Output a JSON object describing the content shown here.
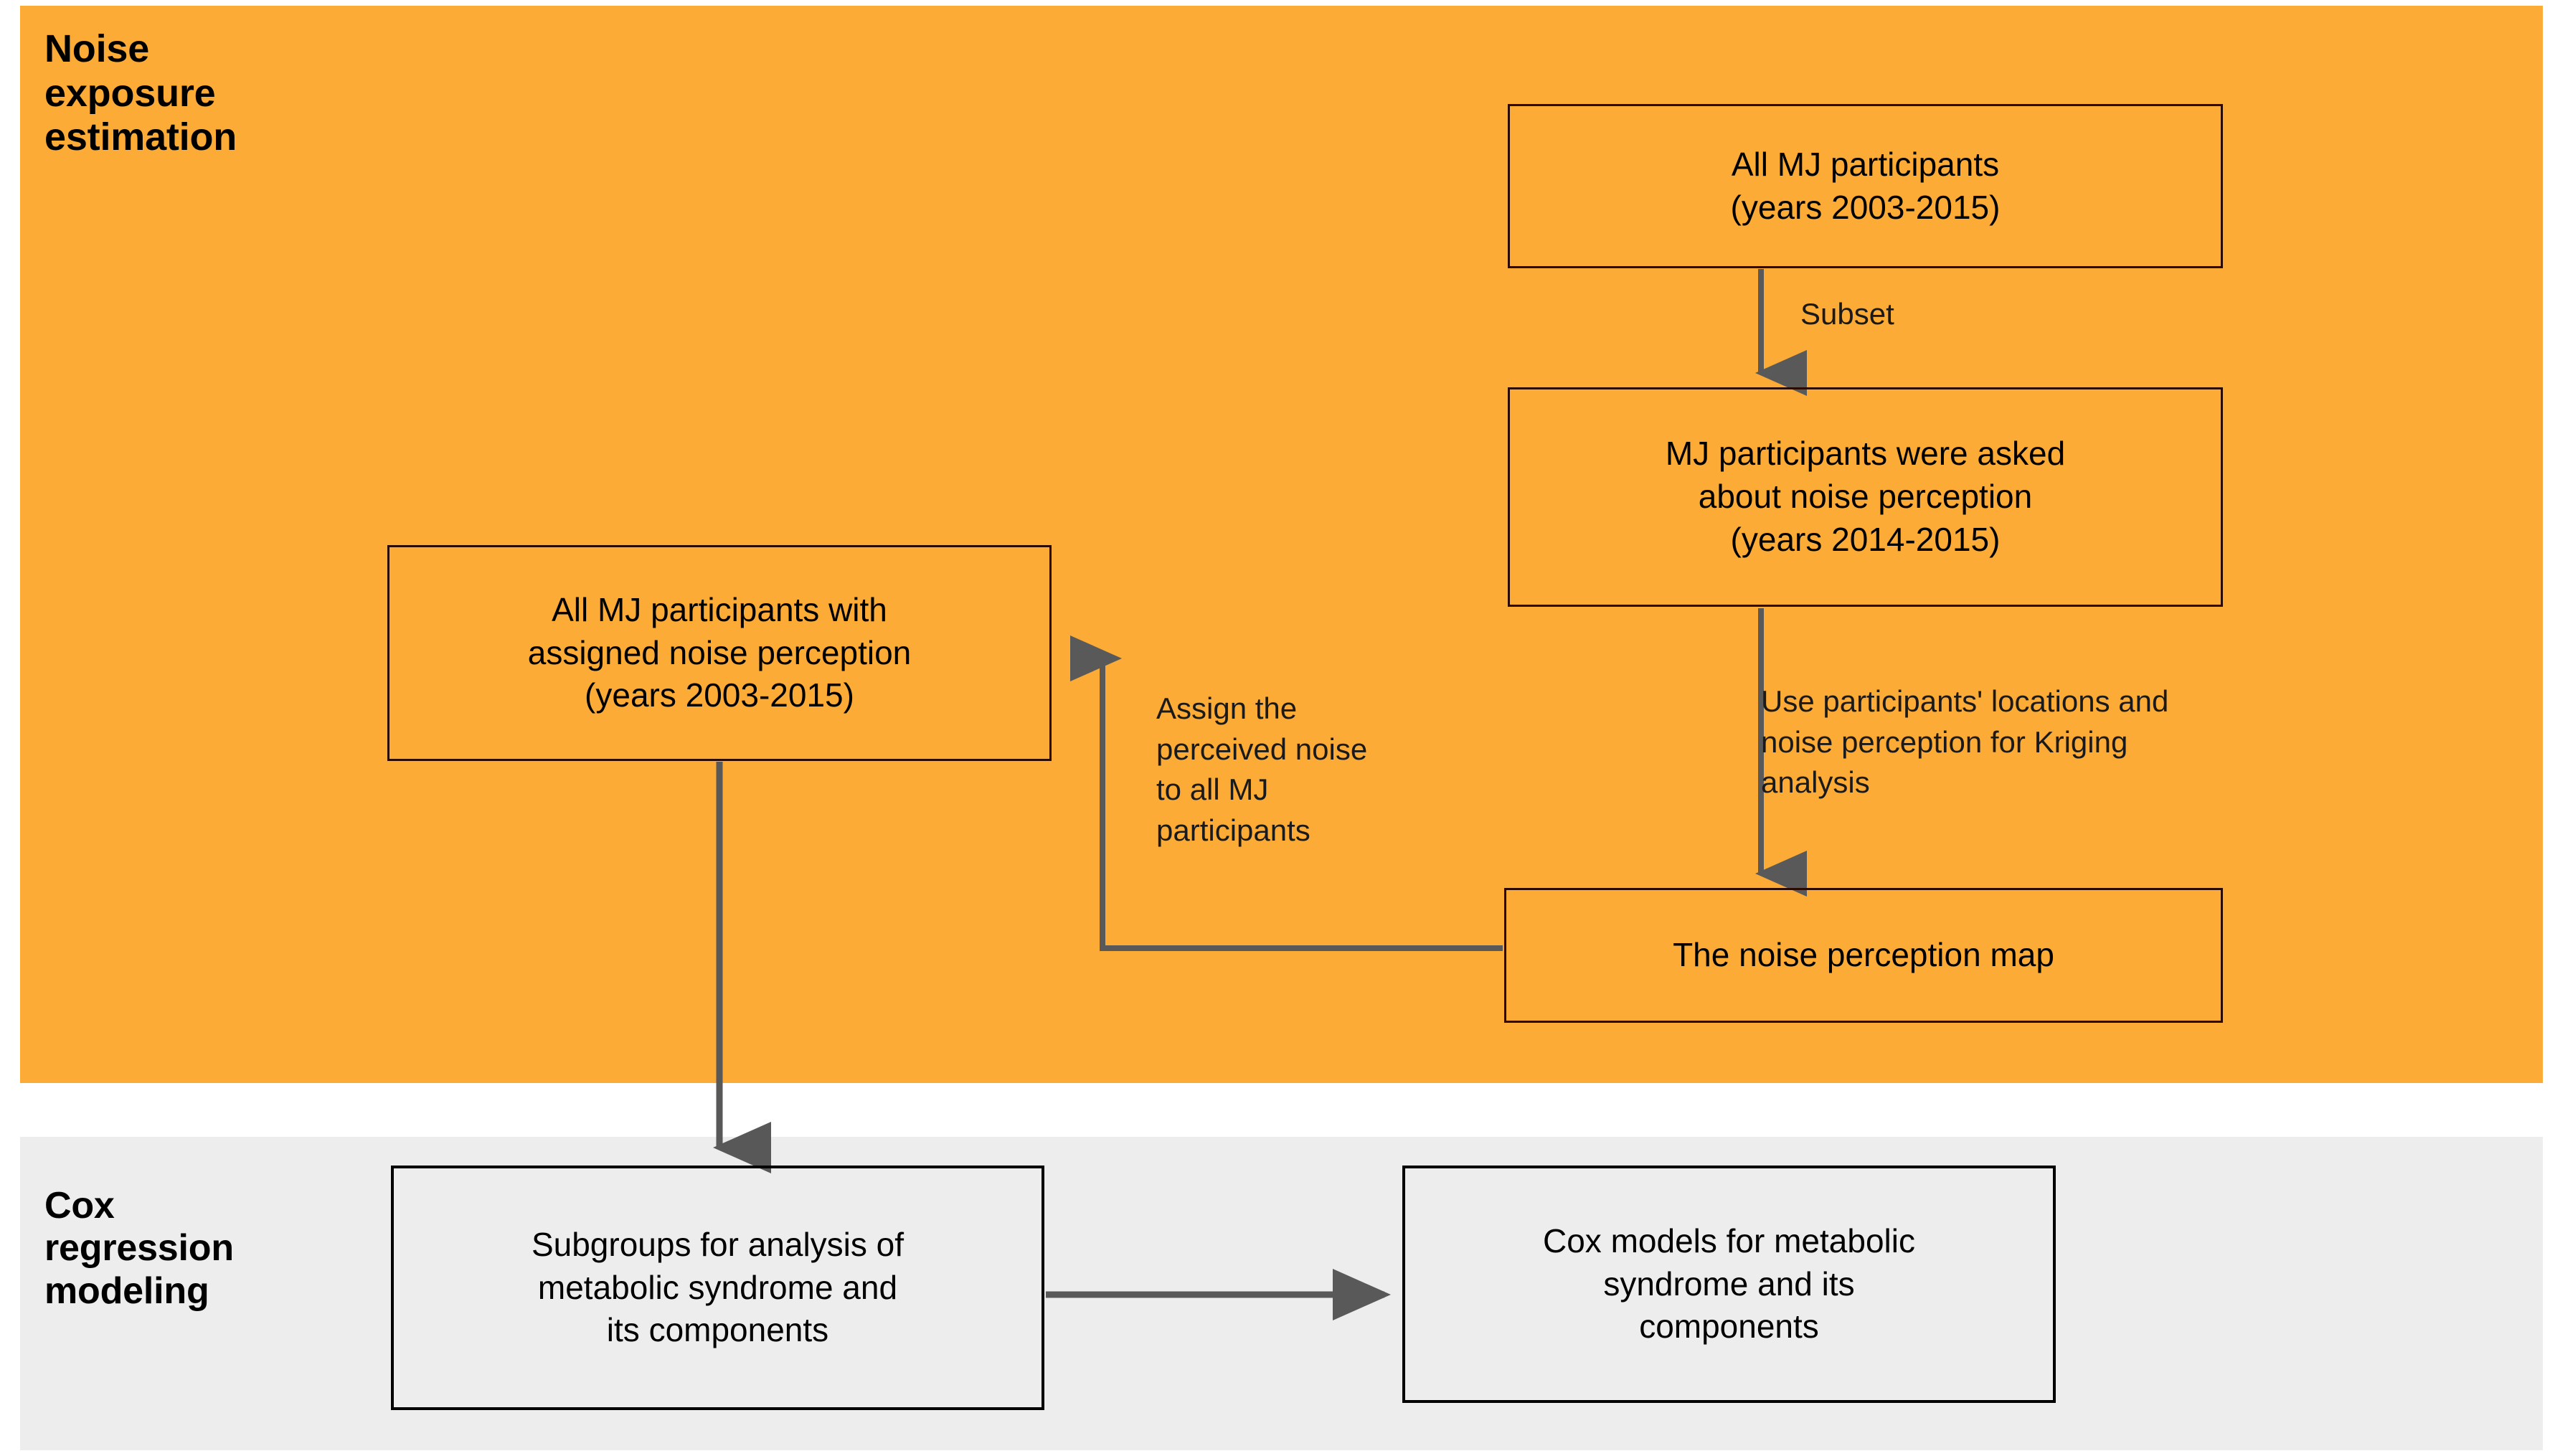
{
  "figure": {
    "type": "flowchart",
    "orientation": "two-section vertical",
    "sections": [
      {
        "id": "noise-exposure-estimation",
        "title": "Noise\nexposure\nestimation",
        "background_color": "#FBAB36"
      },
      {
        "id": "cox-regression-modeling",
        "title": "Cox\nregression\nmodeling",
        "background_color": "#EDEDED"
      }
    ]
  },
  "nodes": {
    "all_mj": "All MJ participants\n(years 2003-2015)",
    "asked": "MJ participants were asked\nabout noise perception\n(years 2014-2015)",
    "map": "The noise perception map",
    "assigned": "All MJ participants with\nassigned noise perception\n(years 2003-2015)",
    "subgroups": "Subgroups for analysis of\nmetabolic syndrome and\nits components",
    "cox_models": "Cox models for metabolic\nsyndrome and its\ncomponents"
  },
  "edge_labels": {
    "subset": "Subset",
    "kriging": "Use participants' locations and\nnoise perception for Kriging\nanalysis",
    "assign": "Assign the\nperceived noise\nto all MJ\nparticipants"
  },
  "edges": [
    {
      "from": "all_mj",
      "to": "asked",
      "label": "Subset",
      "style": "straight-down"
    },
    {
      "from": "asked",
      "to": "map",
      "label": "Use participants' locations and noise perception for Kriging analysis",
      "style": "straight-down"
    },
    {
      "from": "map",
      "to": "assigned",
      "label": "Assign the perceived noise to all MJ participants",
      "style": "elbow-left-up"
    },
    {
      "from": "assigned",
      "to": "subgroups",
      "label": "",
      "style": "straight-down"
    },
    {
      "from": "subgroups",
      "to": "cox_models",
      "label": "",
      "style": "straight-right"
    }
  ],
  "colors": {
    "noise_panel": "#FBAB36",
    "cox_panel": "#EDEDED",
    "orange_node_border": "#2B0B00",
    "gray_node_border": "#000000",
    "arrow": "#595959",
    "text": "#000000"
  }
}
